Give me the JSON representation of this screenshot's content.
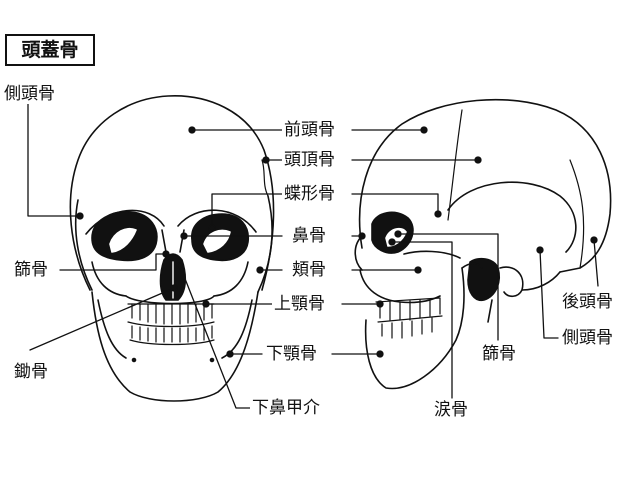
{
  "title": "頭蓋骨",
  "labels": {
    "sokutokotsu_top": "側頭骨",
    "zentokotsu": "前頭骨",
    "tochokotsu": "頭頂骨",
    "chokeikotsu": "蝶形骨",
    "bikotsu": "鼻骨",
    "shikotsu_left": "篩骨",
    "kyokotsu": "頬骨",
    "jogakukotsu": "上顎骨",
    "kagakukotsu": "下顎骨",
    "jokotsu": "鋤骨",
    "kabikokai": "下鼻甲介",
    "ruikotsu": "涙骨",
    "shikotsu_right": "篩骨",
    "kotokotsu": "後頭骨",
    "sokutokotsu_right": "側頭骨"
  },
  "colors": {
    "line": "#111111",
    "background": "#ffffff"
  }
}
